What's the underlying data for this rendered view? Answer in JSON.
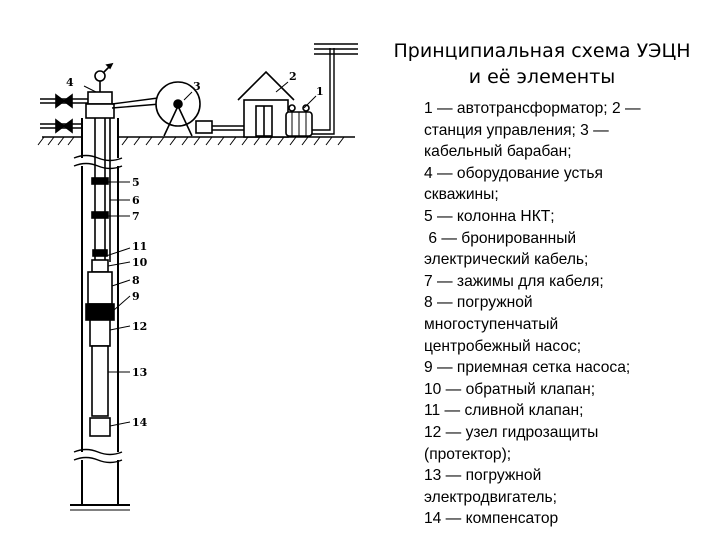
{
  "title": {
    "line1": "Принципиальная схема УЭЦН",
    "line2": "и её элементы"
  },
  "legend_lines": [
    "1 — автотрансформатор; 2 —",
    "станция управления; 3 —",
    "кабельный барабан;",
    "4 — оборудование устья",
    "скважины;",
    "5 — колонна НКТ;",
    " 6 — бронированный",
    "электрический кабель;",
    "7 — зажимы для кабеля;",
    "8 — погружной",
    "многоступенчатый",
    "центробежный насос;",
    "9 — приемная сетка насоса;",
    "10 — обратный клапан;",
    "11 — сливной клапан;",
    "12 — узел гидрозащиты",
    "(протектор);",
    "13 — погружной",
    "электродвигатель;",
    "14 — компенсатор"
  ],
  "diagram_labels": {
    "n1": "1",
    "n2": "2",
    "n3": "3",
    "n4": "4",
    "n5": "5",
    "n6": "6",
    "n7": "7",
    "n8": "8",
    "n9": "9",
    "n10": "10",
    "n11": "11",
    "n12": "12",
    "n13": "13",
    "n14": "14"
  }
}
